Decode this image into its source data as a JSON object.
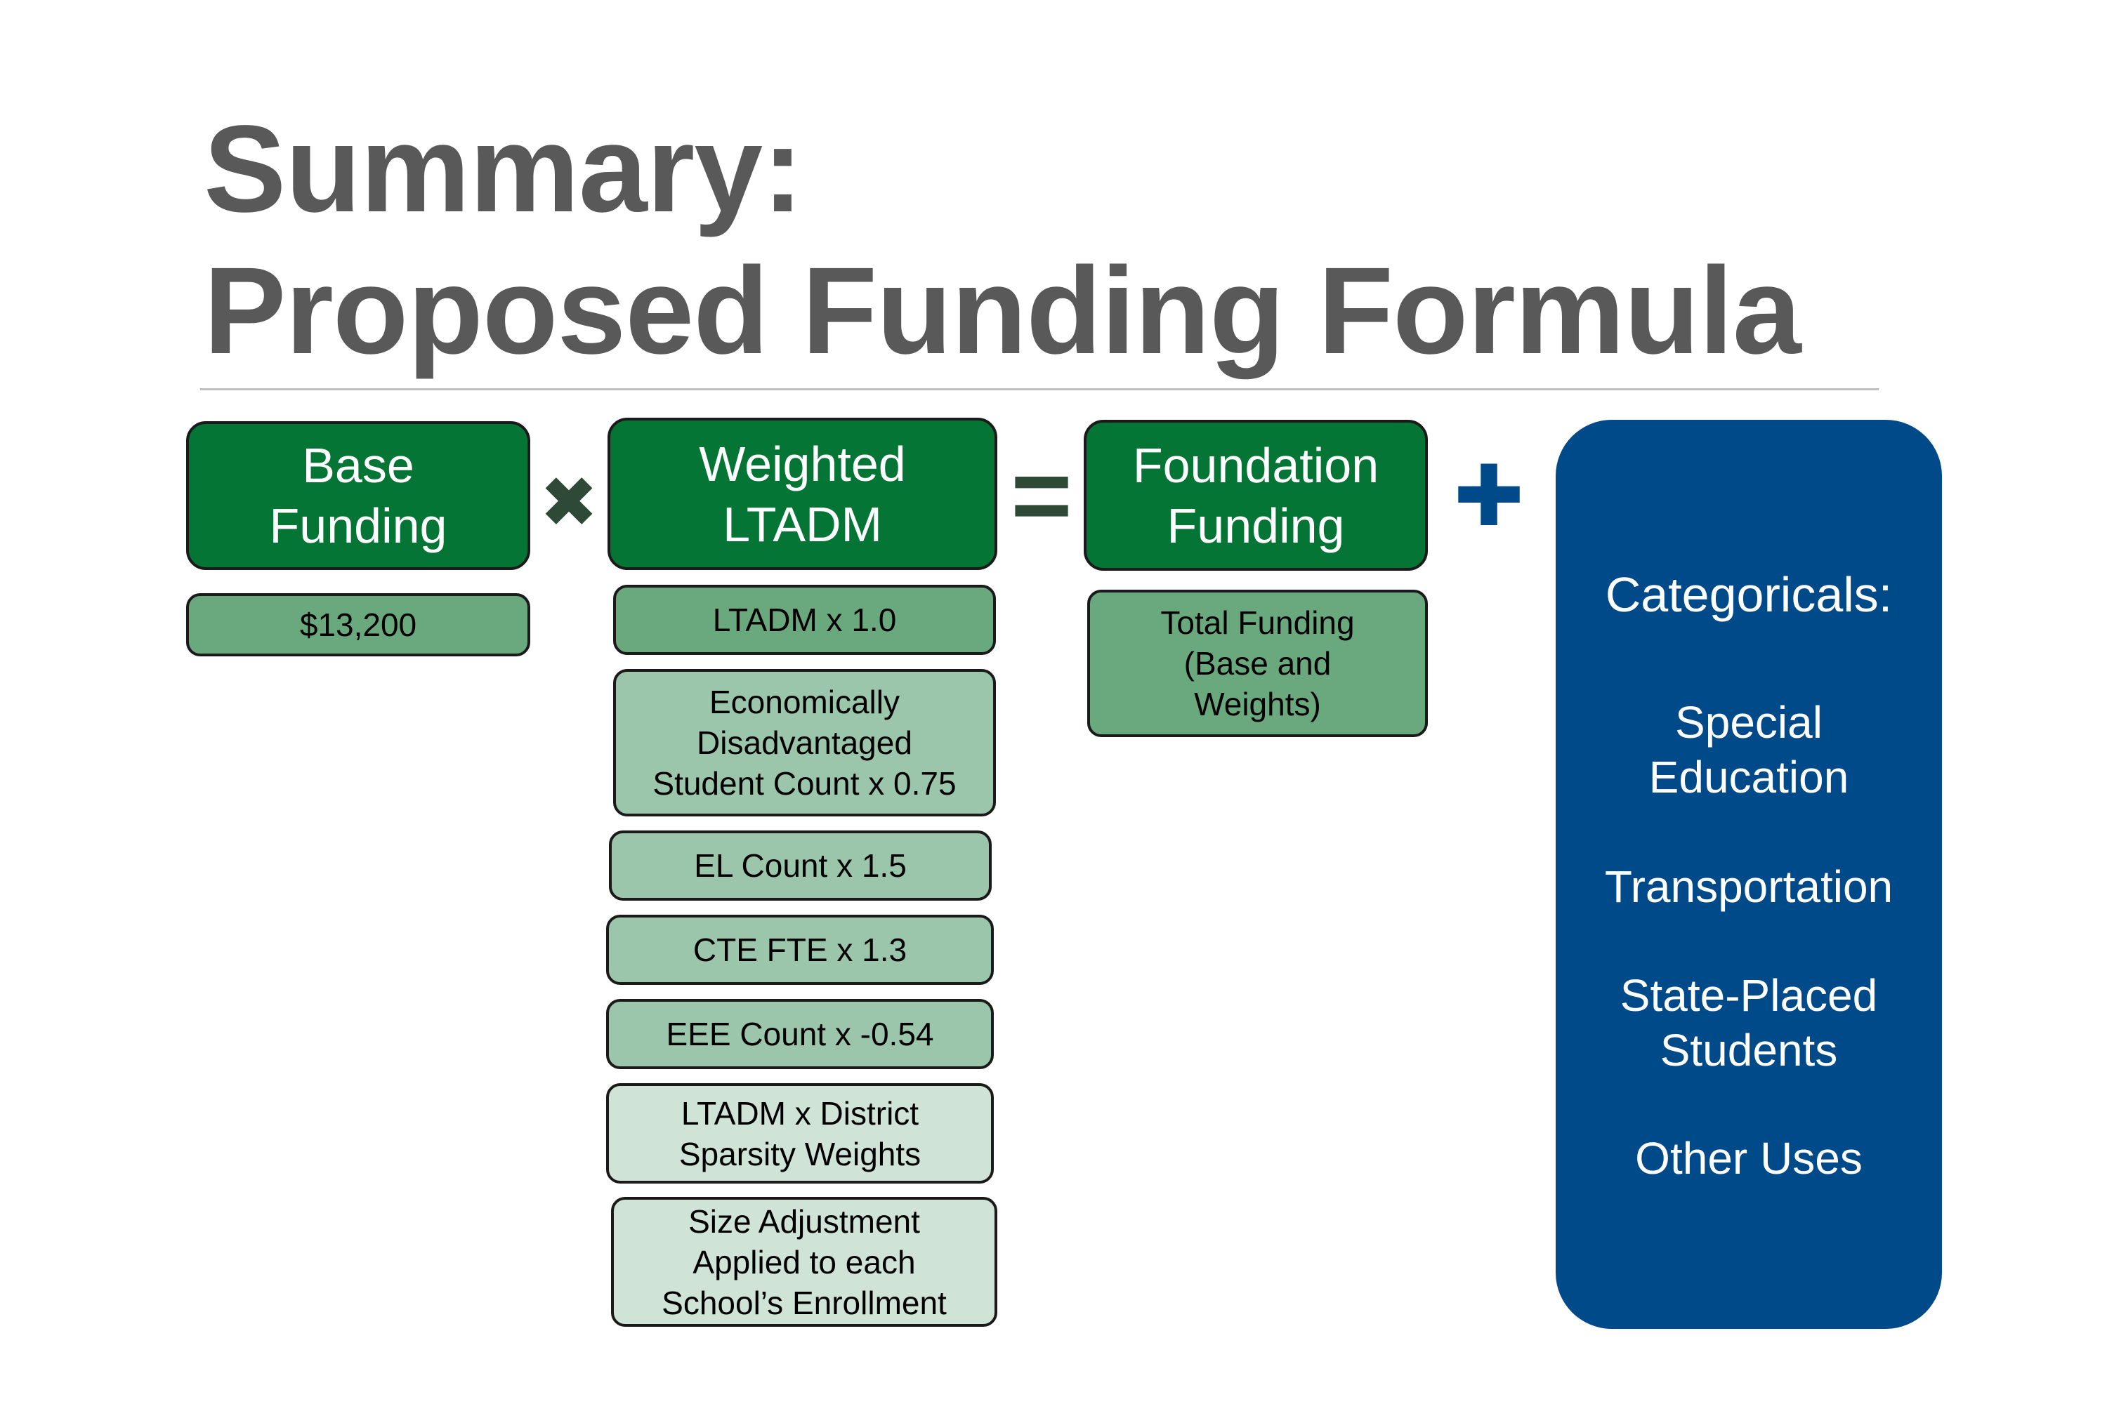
{
  "title": {
    "line1": "Summary:",
    "line2": "Proposed Funding Formula"
  },
  "base": {
    "header_line1": "Base",
    "header_line2": "Funding",
    "value": "$13,200"
  },
  "weighted": {
    "header_line1": "Weighted",
    "header_line2": "LTADM",
    "items": [
      [
        "LTADM x 1.0"
      ],
      [
        "Economically",
        "Disadvantaged",
        "Student Count x 0.75"
      ],
      [
        "EL Count x 1.5"
      ],
      [
        "CTE FTE x 1.3"
      ],
      [
        "EEE Count x -0.54"
      ],
      [
        "LTADM x District",
        "Sparsity Weights"
      ],
      [
        "Size Adjustment",
        "Applied to each",
        "School’s Enrollment"
      ]
    ]
  },
  "foundation": {
    "header_line1": "Foundation",
    "header_line2": "Funding",
    "detail": [
      "Total Funding",
      "(Base and",
      "Weights)"
    ]
  },
  "operators": {
    "times": "✖",
    "equals": "=",
    "plus": "✚"
  },
  "categoricals": {
    "title": "Categoricals:",
    "items": [
      [
        "Special",
        "Education"
      ],
      [
        "Transportation"
      ],
      [
        "State-Placed",
        "Students"
      ],
      [
        "Other Uses"
      ]
    ]
  },
  "colors": {
    "header_green": "#047535",
    "mid_green": "#6aa87e",
    "light_green": "#9bc6ab",
    "pale_green": "#cfe3d6",
    "categorical_blue": "#004a8a",
    "title_gray": "#595959",
    "times_color": "#2e4a36",
    "equals_color": "#2e4a36",
    "plus_color": "#004a8a"
  }
}
